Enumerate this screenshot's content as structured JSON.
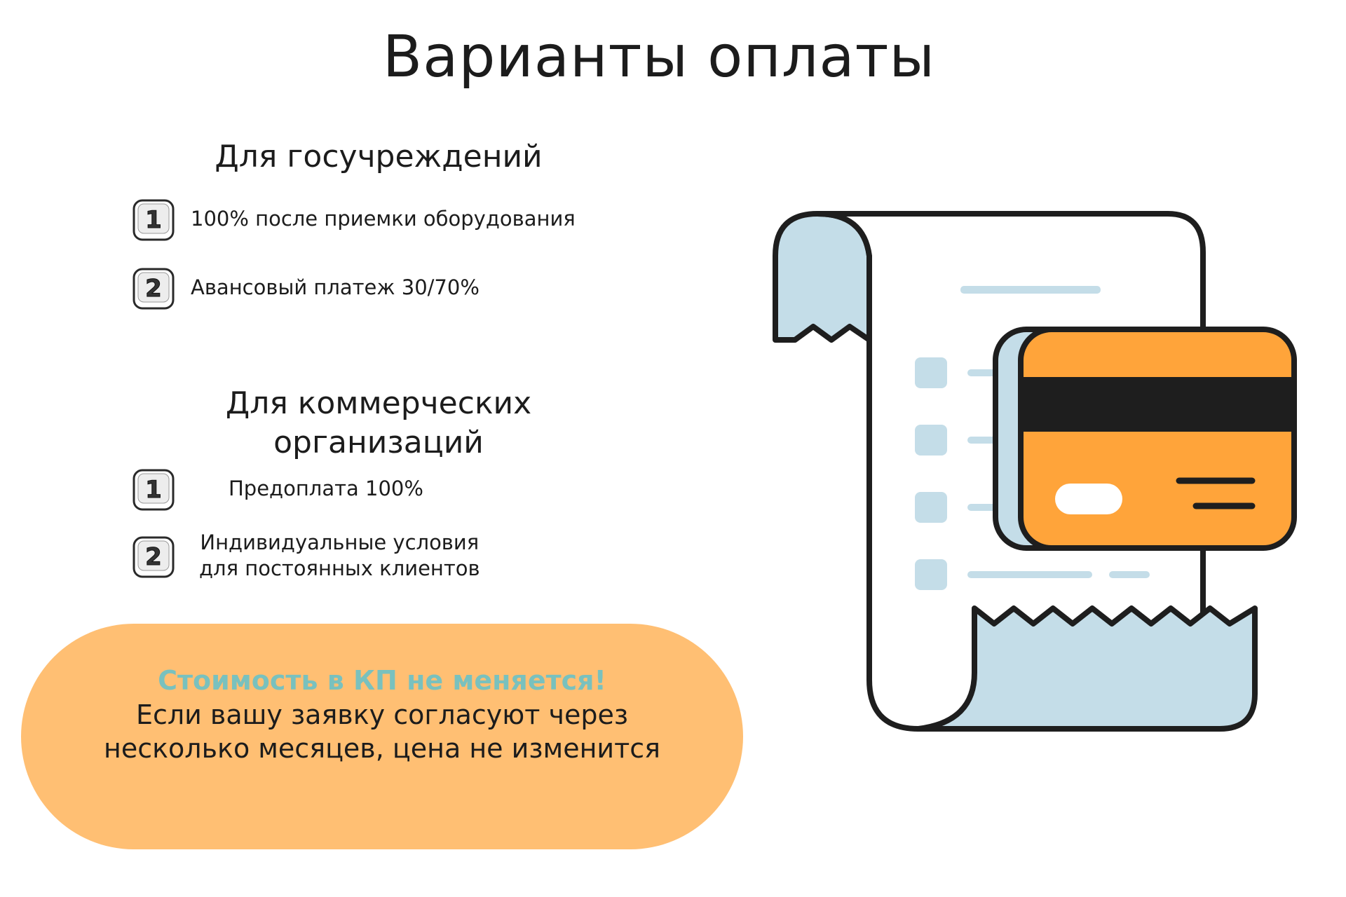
{
  "title": "Варианты оплаты",
  "government": {
    "heading": "Для госучреждений",
    "items": [
      {
        "number": "1",
        "text": "100% после приемки оборудования"
      },
      {
        "number": "2",
        "text": "Авансовый платеж 30/70%"
      }
    ]
  },
  "commercial": {
    "heading_line1": "Для коммерческих",
    "heading_line2": "организаций",
    "items": [
      {
        "number": "1",
        "text": "Предоплата 100%"
      },
      {
        "number": "2",
        "text_line1": "Индивидуальные условия",
        "text_line2": "для постоянных клиентов"
      }
    ]
  },
  "banner": {
    "headline": "Стоимость в КП не меняется!",
    "body_line1": "Если вашу заявку согласуют через",
    "body_line2": "несколько месяцев, цена не изменится"
  },
  "colors": {
    "banner_bg": "#FFBF73",
    "banner_headline": "#79C1BE",
    "card_orange": "#FFA43A",
    "receipt_blue": "#C4DDE8",
    "outline": "#1E1E1E"
  },
  "icons": {
    "number_badge": "keycap-number-icon",
    "illustration": "receipt-with-credit-card-icon"
  }
}
